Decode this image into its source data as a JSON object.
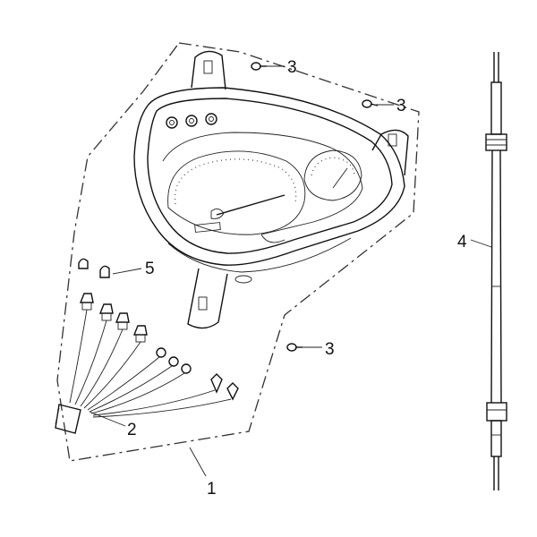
{
  "diagram": {
    "background": "#ffffff",
    "line_color": "#111111",
    "callouts": [
      {
        "id": "1",
        "label": "1"
      },
      {
        "id": "2",
        "label": "2"
      },
      {
        "id": "3a",
        "label": "3"
      },
      {
        "id": "3b",
        "label": "3"
      },
      {
        "id": "3c",
        "label": "3"
      },
      {
        "id": "4",
        "label": "4"
      },
      {
        "id": "5",
        "label": "5"
      }
    ]
  }
}
